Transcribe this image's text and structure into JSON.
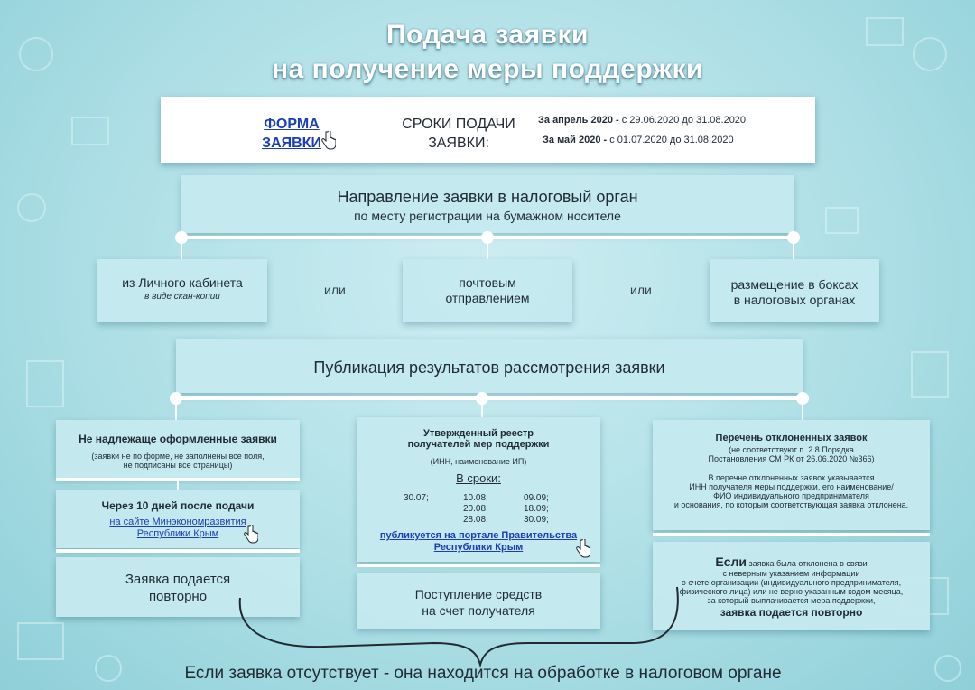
{
  "title": {
    "line1": "Подача заявки",
    "line2": "на получение меры поддержки"
  },
  "header": {
    "form_link_line1": "ФОРМА",
    "form_link_line2": "ЗАЯВКИ",
    "deadlines_label_line1": "СРОКИ ПОДАЧИ",
    "deadlines_label_line2": "ЗАЯВКИ:",
    "april_label": "За апрель 2020 -",
    "april_dates": "с 29.06.2020 до 31.08.2020",
    "may_label": "За май 2020 -",
    "may_dates": "с 01.07.2020 до 31.08.2020"
  },
  "submission": {
    "title": "Направление заявки в налоговый орган",
    "subtitle": "по месту регистрации на бумажном носителе",
    "option1_line1": "из Личного кабинета",
    "option1_line2": "в виде скан-копии",
    "or1": "или",
    "option2_line1": "почтовым",
    "option2_line2": "отправлением",
    "or2": "или",
    "option3_line1": "размещение в боксах",
    "option3_line2": "в налоговых органах"
  },
  "publication": {
    "title": "Публикация результатов рассмотрения заявки"
  },
  "col1": {
    "heading": "Не надлежаще оформленные заявки",
    "note_line1": "(заявки не по форме, не заполнены все поля,",
    "note_line2": "не подписаны все страницы)",
    "after_title": "Через 10 дней после подачи",
    "link_line1": "на сайте Минэкономразвития",
    "link_line2": "Республики Крым",
    "resubmit_line1": "Заявка подается",
    "resubmit_line2": "повторно"
  },
  "col2": {
    "heading_line1": "Утвержденный реестр",
    "heading_line2": "получателей мер поддержки",
    "note": "(ИНН, наименование ИП)",
    "deadlines_title": "В сроки:",
    "dates": [
      "30.07;",
      "10.08;",
      "09.09;",
      "20.08;",
      "18.09;",
      "28.08;",
      "30.09;"
    ],
    "link_line1": "публикуется на портале Правительства",
    "link_line2": "Республики Крым",
    "funds_line1": "Поступление средств",
    "funds_line2": "на счет получателя"
  },
  "col3": {
    "heading": "Перечень отклоненных заявок",
    "note_line1": "(не соответствуют п. 2.8 Порядка",
    "note_line2": "Постановления СМ РК от 26.06.2020 №366)",
    "desc_line1": "В перечне отклоненных заявок указывается",
    "desc_line2": "ИНН получателя меры поддержки, его наименование/",
    "desc_line3": "ФИО индивидуального предпринимателя",
    "desc_line4": "и основания, по которым соответствующая заявка отклонена.",
    "if_word": "Если",
    "if_rest": "заявка была отклонена в связи",
    "if_line2": "с неверным указанием информации",
    "if_line3": "о счете организации (индивидуального предпринимателя,",
    "if_line4": "физического лица) или не верно указанным кодом месяца,",
    "if_line5": "за который выплачивается мера поддержки,",
    "if_line6": "заявка подается повторно"
  },
  "footer": {
    "text": "Если заявка отсутствует - она находится на обработке в налоговом органе"
  }
}
